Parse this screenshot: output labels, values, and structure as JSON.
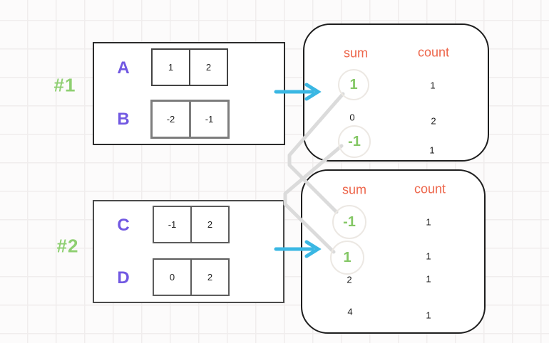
{
  "colors": {
    "accent_green": "#84c765",
    "accent_purple": "#7158e2",
    "accent_orange": "#ed654a",
    "accent_cyan": "#3ab7e3",
    "connector_gray": "#dbdbdb"
  },
  "icons": {
    "flow_arrow": "right-arrow",
    "match_lines": "crossing-connector-lines"
  },
  "examples": [
    {
      "id_label": "#1",
      "arrays": [
        {
          "label": "A",
          "values": [
            "1",
            "2"
          ]
        },
        {
          "label": "B",
          "values": [
            "-2",
            "-1"
          ]
        }
      ],
      "result": {
        "sum_header": "sum",
        "count_header": "count",
        "rows": [
          {
            "sum": "1",
            "count": "1",
            "highlighted": true
          },
          {
            "sum": "0",
            "count": "2",
            "highlighted": false
          },
          {
            "sum": "-1",
            "count": "1",
            "highlighted": true
          }
        ]
      }
    },
    {
      "id_label": "#2",
      "arrays": [
        {
          "label": "C",
          "values": [
            "-1",
            "2"
          ]
        },
        {
          "label": "D",
          "values": [
            "0",
            "2"
          ]
        }
      ],
      "result": {
        "sum_header": "sum",
        "count_header": "count",
        "rows": [
          {
            "sum": "-1",
            "count": "1",
            "highlighted": true
          },
          {
            "sum": "1",
            "count": "1",
            "highlighted": true
          },
          {
            "sum": "2",
            "count": "1",
            "highlighted": false
          },
          {
            "sum": "4",
            "count": "1",
            "highlighted": false
          }
        ]
      }
    }
  ]
}
